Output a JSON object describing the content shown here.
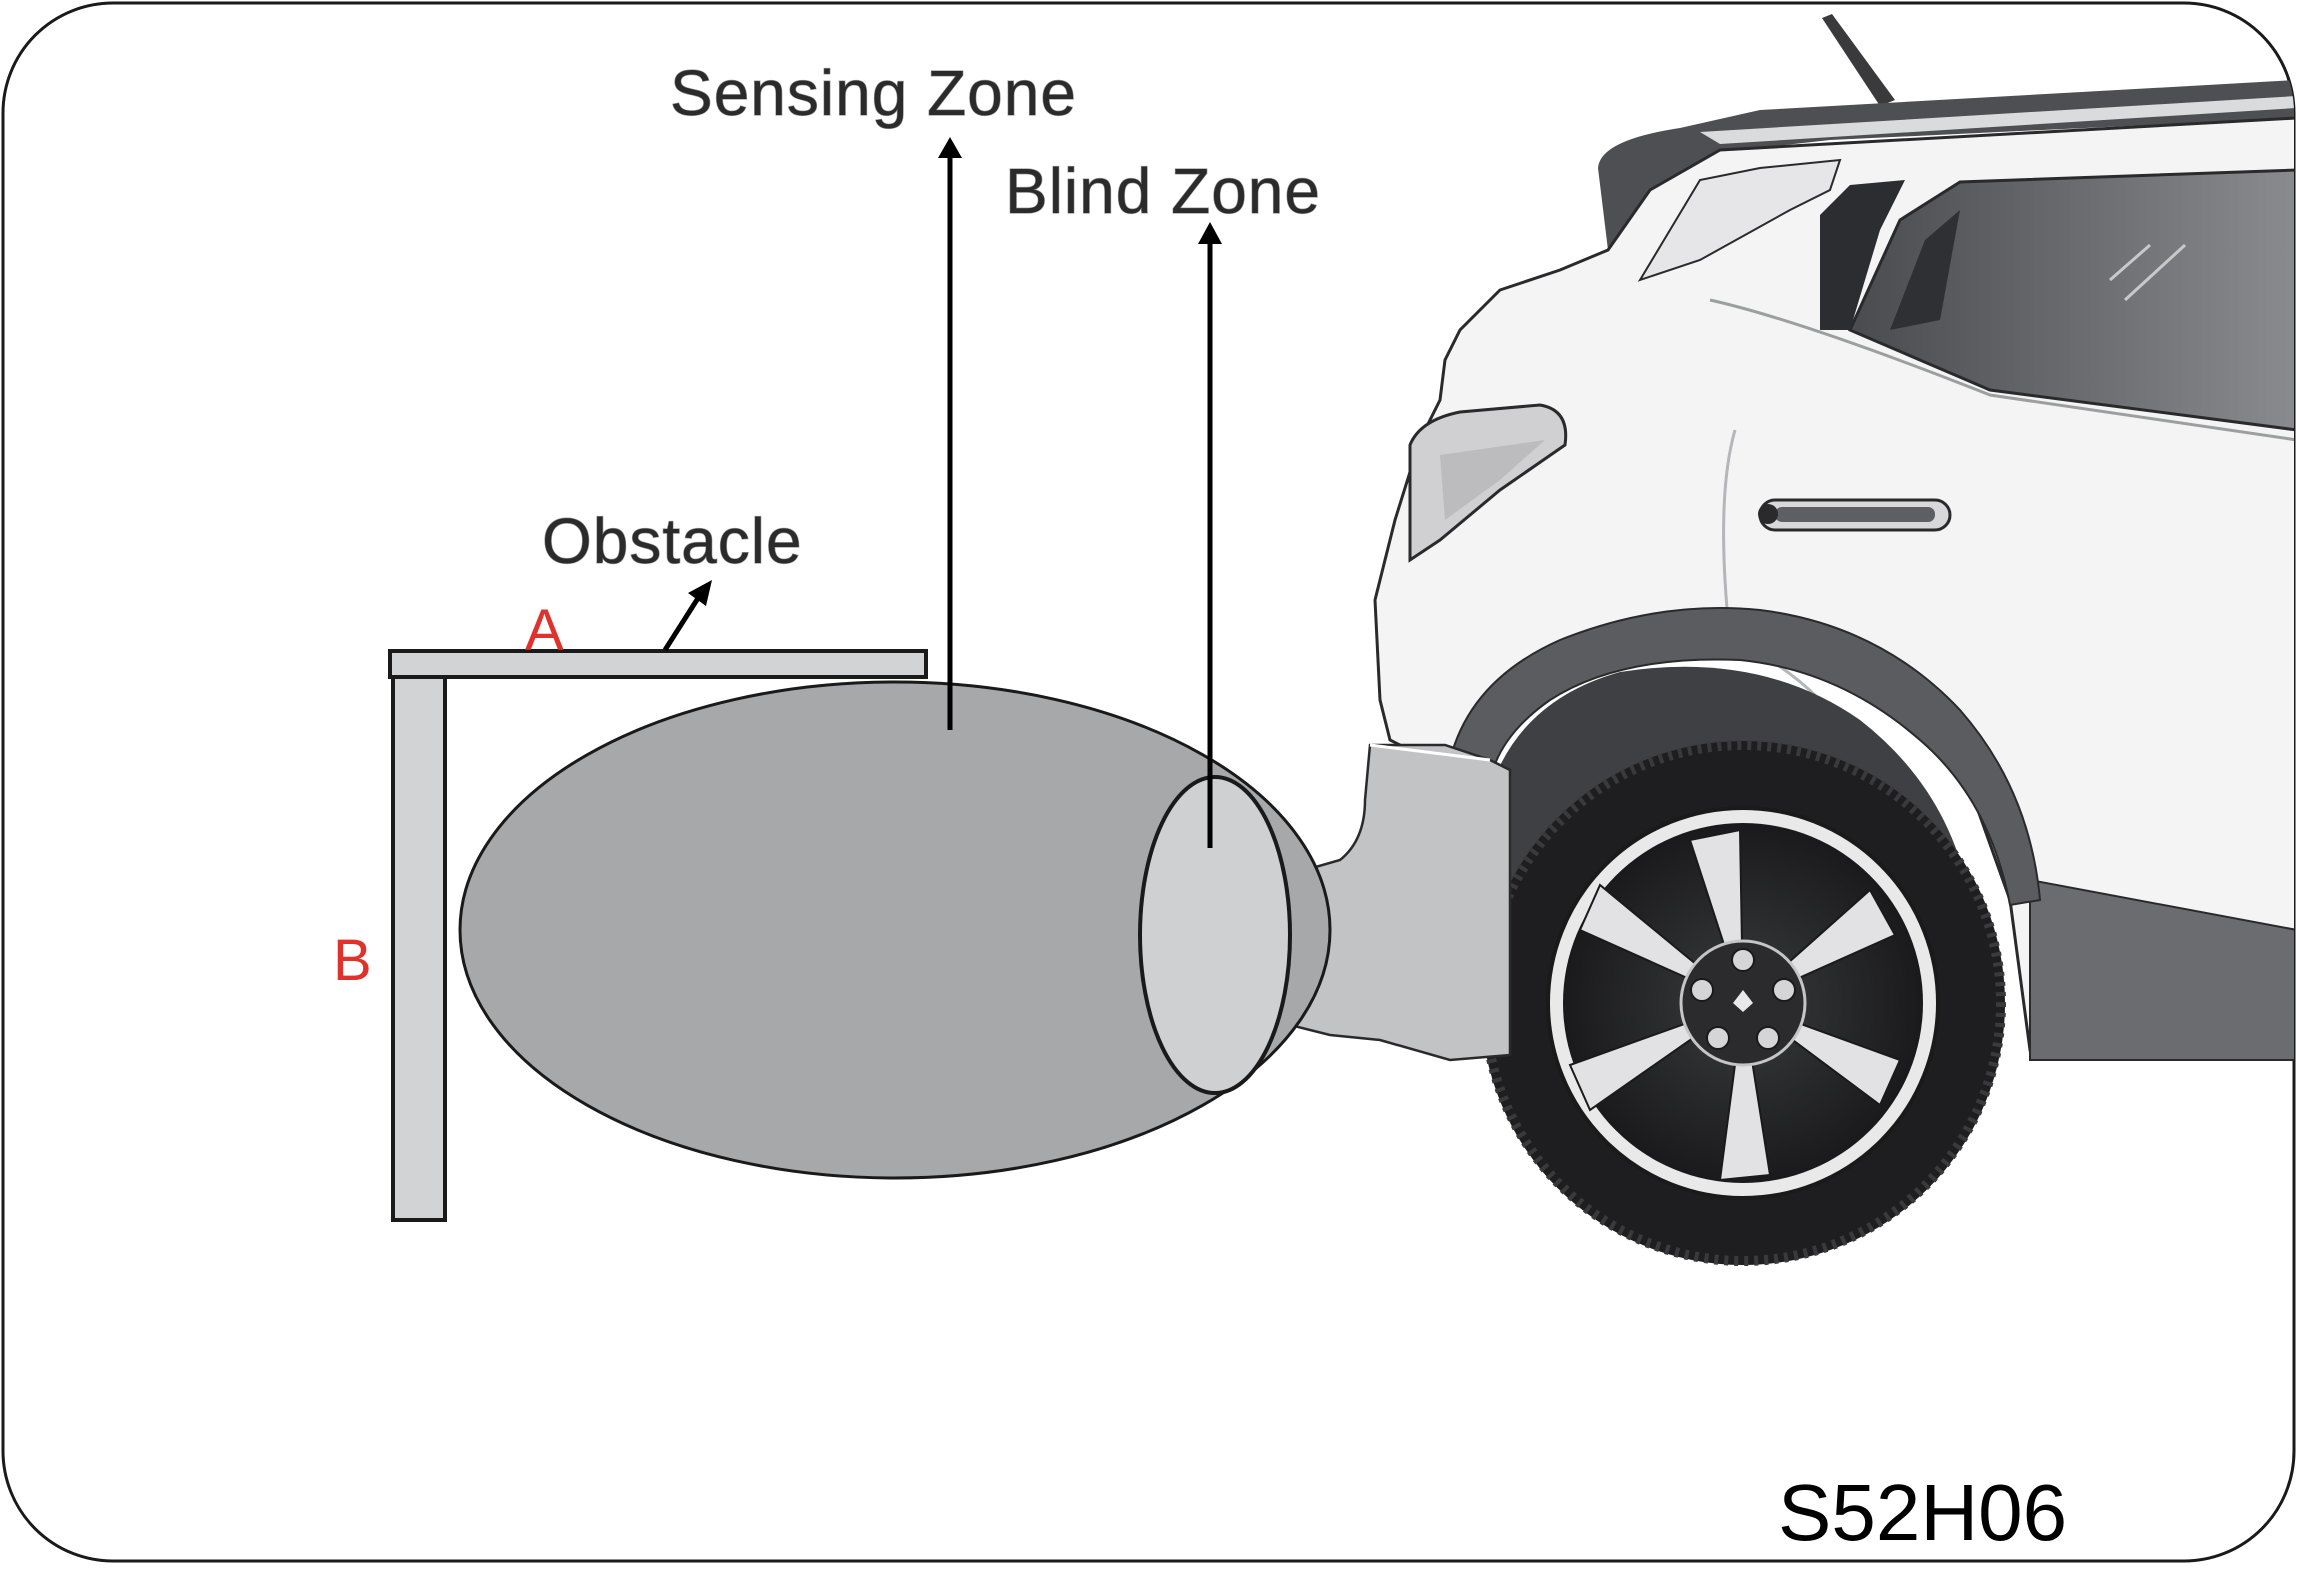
{
  "labels": {
    "sensing_zone": "Sensing Zone",
    "blind_zone": "Blind Zone",
    "obstacle": "Obstacle",
    "edge_a": "A",
    "edge_b": "B",
    "figure_code": "S52H06"
  },
  "colors": {
    "sensing_zone_fill": "#a7a8aa",
    "blind_zone_fill": "#cfd0d2",
    "obstacle_fill": "#d2d3d5",
    "marker_red": "#e0322c",
    "car_body": "#f4f4f4",
    "car_trim": "#5b5c5f"
  }
}
